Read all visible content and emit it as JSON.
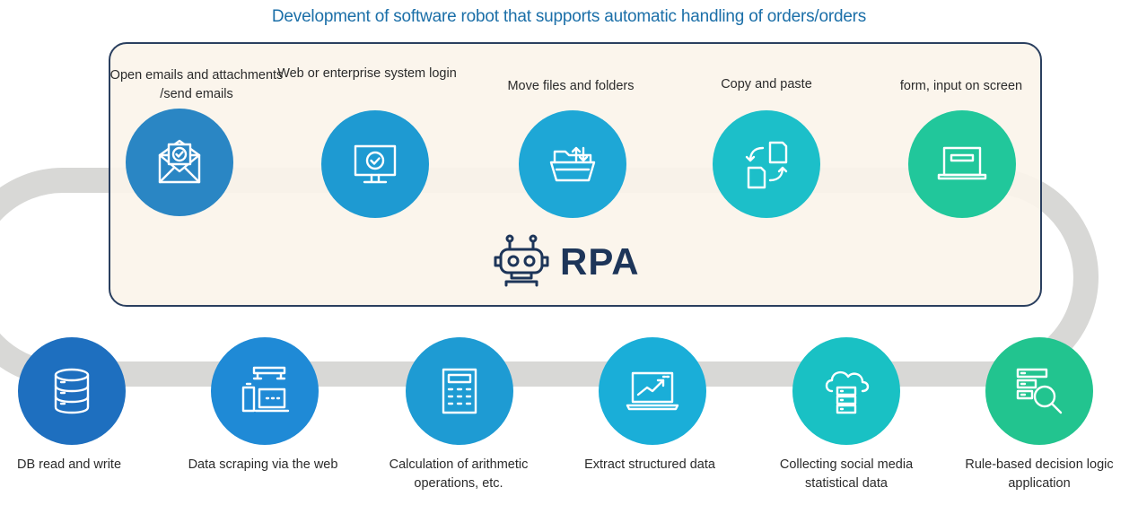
{
  "title": "Development of software robot that supports automatic handling of orders/orders",
  "center_label": "RPA",
  "colors": {
    "title": "#1b6fa8",
    "track": "#d8d8d6",
    "panel_bg": "#fbf4ea",
    "panel_border": "#2a3f5f",
    "rpa_text": "#1d3559"
  },
  "top_steps": [
    {
      "label": "Open emails and attachments /send emails",
      "icon": "envelope-check-icon",
      "color": "#2a86c4"
    },
    {
      "label": "Web or enterprise system login",
      "icon": "monitor-check-icon",
      "color": "#1e9ad2"
    },
    {
      "label": "Move files and folders",
      "icon": "folder-transfer-icon",
      "color": "#1ea7d6"
    },
    {
      "label": "Copy and paste",
      "icon": "copy-paste-icon",
      "color": "#1cbfc9"
    },
    {
      "label": "form, input on screen",
      "icon": "screen-form-icon",
      "color": "#21c79b"
    }
  ],
  "bottom_steps": [
    {
      "label": "DB read and write",
      "icon": "database-icon",
      "color": "#1e6fbf"
    },
    {
      "label": "Data scraping via the web",
      "icon": "web-scraping-icon",
      "color": "#1f8ad6"
    },
    {
      "label": "Calculation of arithmetic operations, etc.",
      "icon": "calculator-icon",
      "color": "#1e9bd3"
    },
    {
      "label": "Extract structured data",
      "icon": "chart-screen-icon",
      "color": "#1aaed8"
    },
    {
      "label": "Collecting social media statistical data",
      "icon": "cloud-database-icon",
      "color": "#19c1c4"
    },
    {
      "label": "Rule-based decision logic application",
      "icon": "server-search-icon",
      "color": "#22c48f"
    }
  ]
}
